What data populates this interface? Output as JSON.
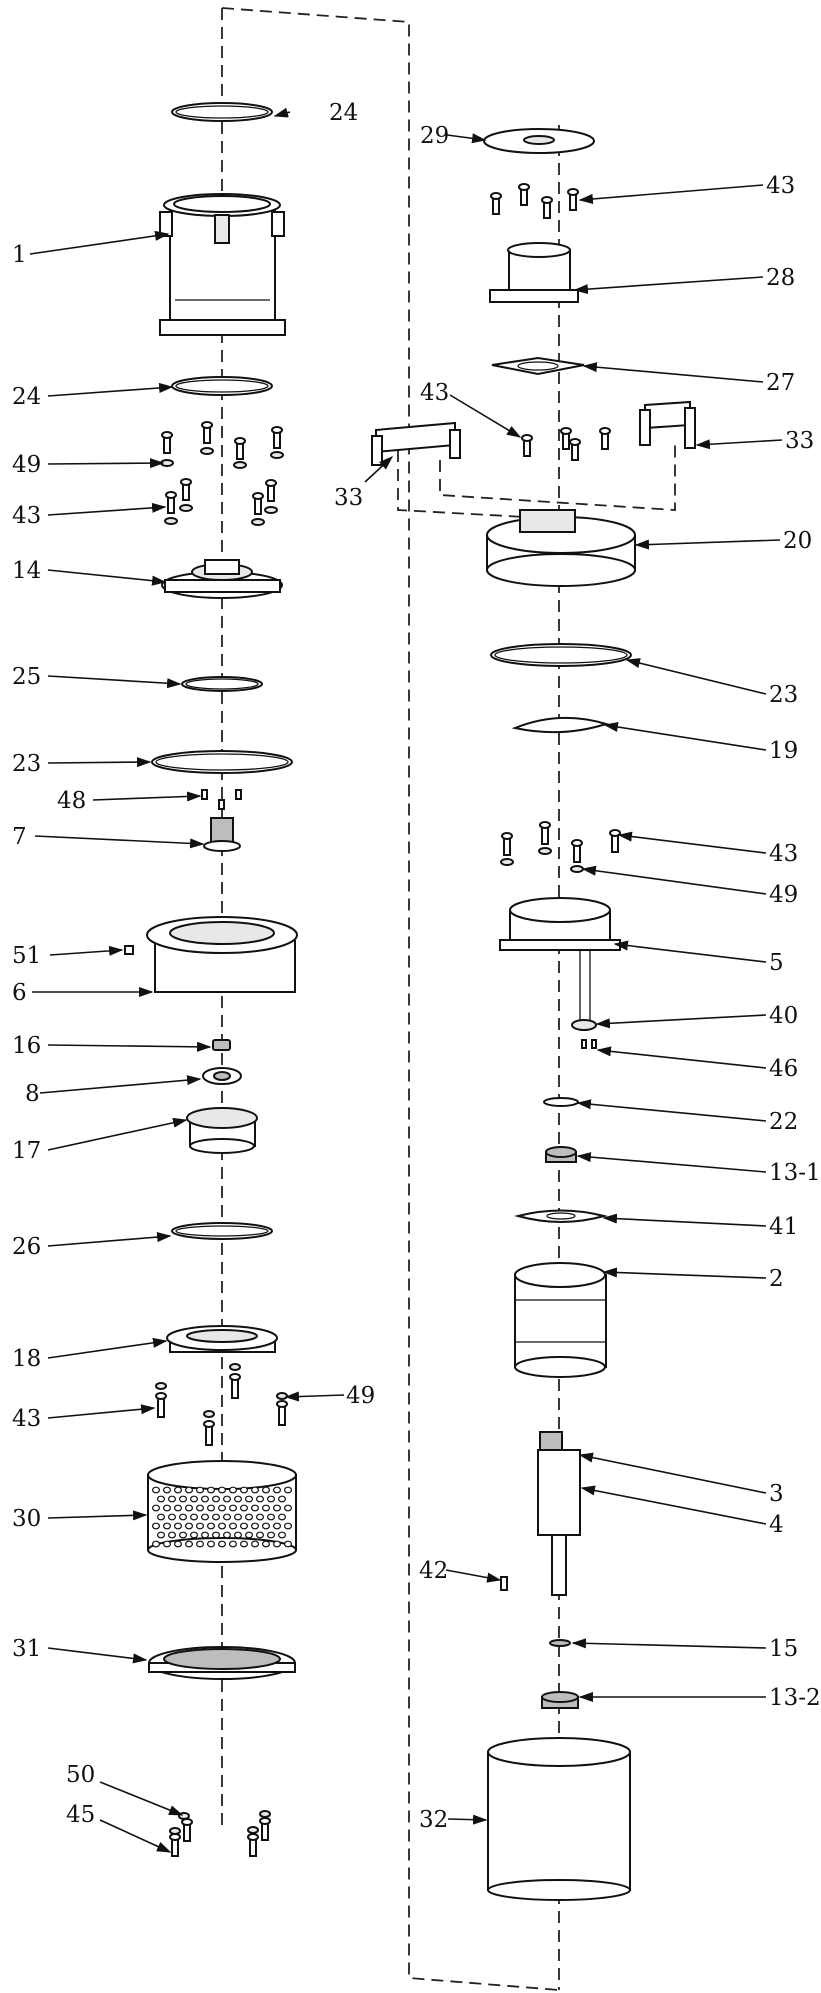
{
  "diagram": {
    "labels": {
      "p1": "1",
      "p24a": "24",
      "p24b": "24",
      "p49a": "49",
      "p43a": "43",
      "p14": "14",
      "p25": "25",
      "p23a": "23",
      "p48": "48",
      "p7": "7",
      "p51": "51",
      "p6": "6",
      "p16": "16",
      "p8": "8",
      "p17": "17",
      "p26": "26",
      "p18": "18",
      "p43b": "43",
      "p49b": "49",
      "p30": "30",
      "p31": "31",
      "p50": "50",
      "p45": "45",
      "p29": "29",
      "p43c": "43",
      "p28": "28",
      "p27": "27",
      "p43d": "43",
      "p33a": "33",
      "p33b": "33",
      "p20": "20",
      "p23b": "23",
      "p19": "19",
      "p43e": "43",
      "p49c": "49",
      "p5": "5",
      "p40": "40",
      "p46": "46",
      "p22": "22",
      "p131": "13-1",
      "p41": "41",
      "p2": "2",
      "p3": "3",
      "p4": "4",
      "p42": "42",
      "p15": "15",
      "p132": "13-2",
      "p32": "32"
    }
  }
}
